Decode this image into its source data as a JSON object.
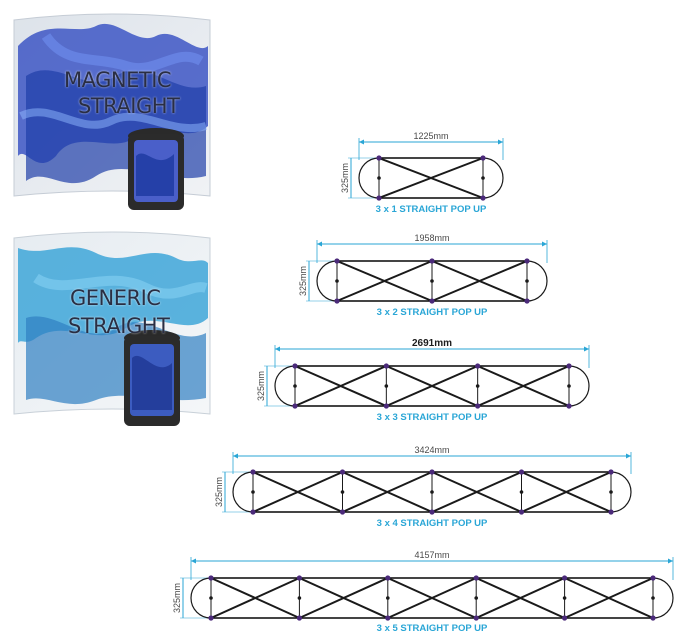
{
  "photos": [
    {
      "label_lines": [
        "MAGNETIC",
        "STRAIGHT"
      ]
    },
    {
      "label_lines": [
        "GENERIC",
        "STRAIGHT"
      ]
    }
  ],
  "diagrams": [
    {
      "width_label": "1225mm",
      "height_label": "325mm",
      "caption": "3 x 1 STRAIGHT POP UP",
      "columns": 1
    },
    {
      "width_label": "1958mm",
      "height_label": "325mm",
      "caption": "3 x 2 STRAIGHT POP UP",
      "columns": 2
    },
    {
      "width_label": "2691mm",
      "height_label": "325mm",
      "caption": "3 x 3 STRAIGHT POP UP",
      "columns": 3,
      "emphasis": true
    },
    {
      "width_label": "3424mm",
      "height_label": "325mm",
      "caption": "3 x 4 STRAIGHT POP UP",
      "columns": 4
    },
    {
      "width_label": "4157mm",
      "height_label": "325mm",
      "caption": "3 x 5 STRAIGHT POP UP",
      "columns": 5
    }
  ],
  "colors": {
    "dimension_line": "#2aa6d6",
    "caption": "#2aa6d6",
    "frame": "#1a1a1a",
    "hub": "#4b2a7a"
  }
}
